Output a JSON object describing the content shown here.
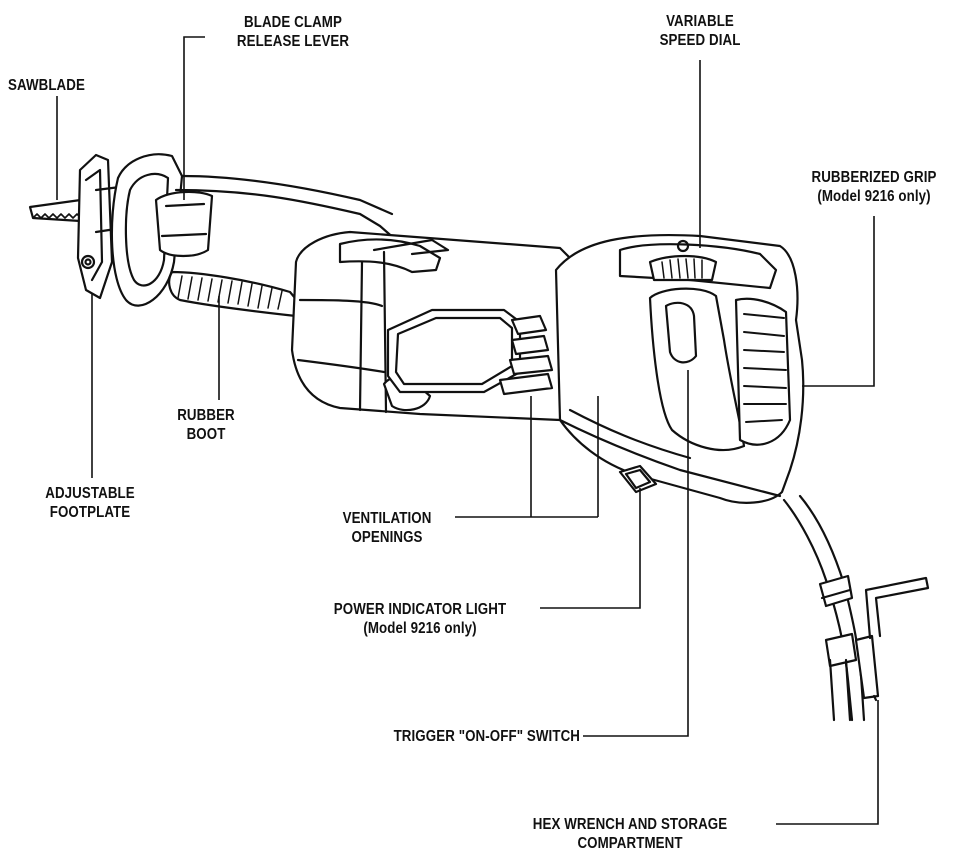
{
  "labels": {
    "sawblade": "SAWBLADE",
    "blade_clamp_1": "BLADE CLAMP",
    "blade_clamp_2": "RELEASE LEVER",
    "variable_speed_1": "VARIABLE",
    "variable_speed_2": "SPEED DIAL",
    "rubberized_grip_1": "RUBBERIZED GRIP",
    "rubberized_grip_2": "(Model 9216 only)",
    "rubber_boot_1": "RUBBER",
    "rubber_boot_2": "BOOT",
    "footplate_1": "ADJUSTABLE",
    "footplate_2": "FOOTPLATE",
    "ventilation_1": "VENTILATION",
    "ventilation_2": "OPENINGS",
    "power_light_1": "POWER INDICATOR LIGHT",
    "power_light_2": "(Model 9216 only)",
    "trigger": "TRIGGER \"ON-OFF\" SWITCH",
    "hex_wrench_1": "HEX WRENCH AND STORAGE",
    "hex_wrench_2": "COMPARTMENT"
  },
  "colors": {
    "ink": "#111111",
    "background": "#ffffff"
  }
}
